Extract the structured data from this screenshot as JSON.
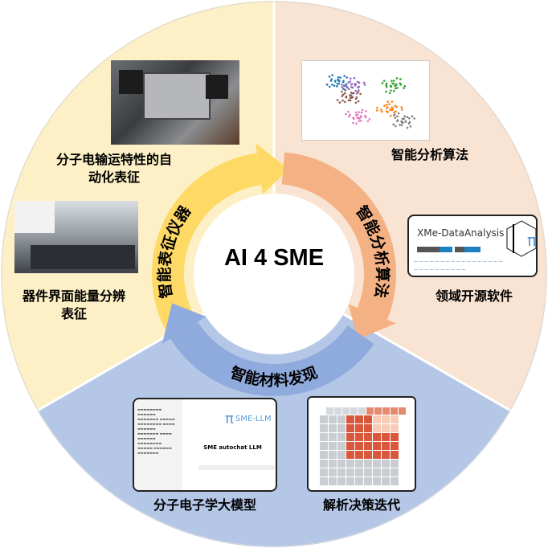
{
  "center_title": "AI 4 SME",
  "ring_labels": {
    "instruments": "智能表征仪器",
    "algorithms": "智能分析算法",
    "discovery": "智能材料发现"
  },
  "sections": {
    "transport": {
      "line1": "分子电输运特性的自",
      "line2": "动化表征"
    },
    "interface": {
      "line1": "器件界面能量分辨",
      "line2": "表征"
    },
    "algorithm": "智能分析算法",
    "software": "领域开源软件",
    "llm": "分子电子学大模型",
    "iteration": "解析决策迭代"
  },
  "software_card": {
    "title": "XMe-DataAnalysis",
    "pi": "π"
  },
  "llm_card": {
    "logo": "SME-LLM",
    "heading": "SME autochat LLM",
    "pi": "π"
  },
  "colors": {
    "yellow": "#fdf0c6",
    "peach": "#f9e3d2",
    "blue": "#b4c7e7",
    "arrow_yellow": "#ffd966",
    "arrow_orange": "#f4b183",
    "arrow_blue": "#8faadc"
  }
}
